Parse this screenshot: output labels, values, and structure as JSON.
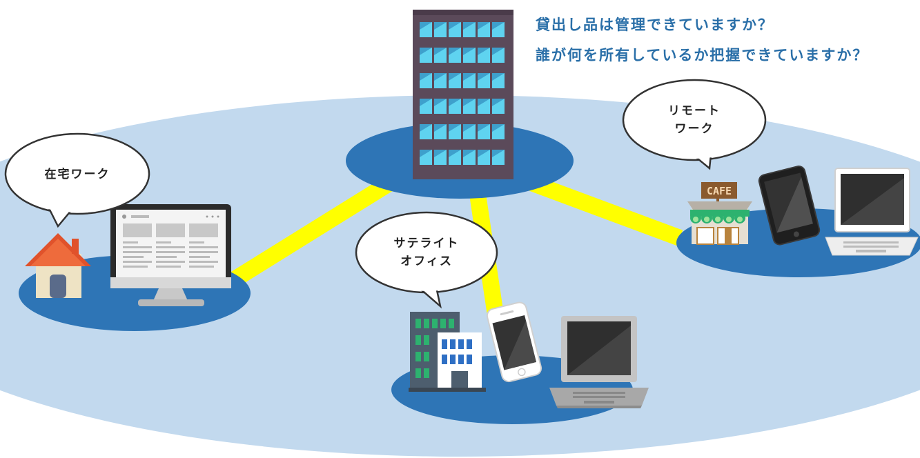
{
  "headline": {
    "line1": "貸出し品は管理できていますか？",
    "line2": "誰が何を所有しているか把握できていますか？"
  },
  "bubbles": {
    "home": "在宅ワーク",
    "satellite_line1": "サテライト",
    "satellite_line2": "オフィス",
    "remote_line1": "リモート",
    "remote_line2": "ワーク"
  },
  "cafe_sign": "CAFE",
  "colors": {
    "ground": "#c2d9ee",
    "node": "#2e75b6",
    "link": "#ffff00",
    "headline": "#2a6fa8"
  }
}
